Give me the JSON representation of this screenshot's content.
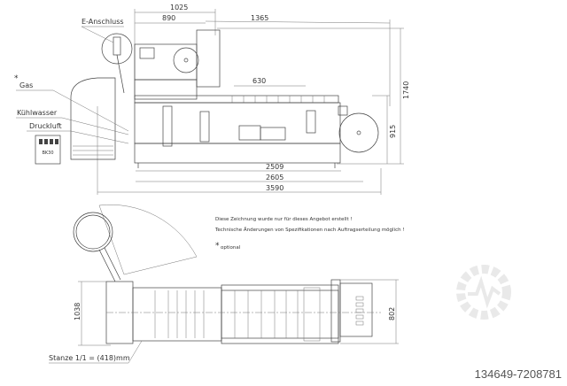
{
  "side_view": {
    "dimensions": {
      "d1025": "1025",
      "d890": "890",
      "d1365": "1365",
      "d630": "630",
      "d1740": "1740",
      "d915": "915",
      "d2509": "2509",
      "d2605": "2605",
      "d3590": "3590"
    },
    "labels": {
      "e_anschluss": "E-Anschluss",
      "gas": "Gas",
      "gas_mark": "*",
      "kuehlwasser": "Kühlwasser",
      "druckluft": "Druckluft",
      "chiller": "BK30"
    }
  },
  "top_view": {
    "dimensions": {
      "d1038": "1038",
      "d802": "802"
    },
    "stanze": "Stanze 1/1 = (418)mm"
  },
  "notes": {
    "line1": "Diese Zeichnung wurde nur für dieses Angebot erstellt !",
    "line2": "Technische Änderungen von Spezifikationen nach Auftragserteilung möglich !",
    "optional_mark": "*",
    "optional": "optional"
  },
  "watermark_id": "134649-7208781"
}
